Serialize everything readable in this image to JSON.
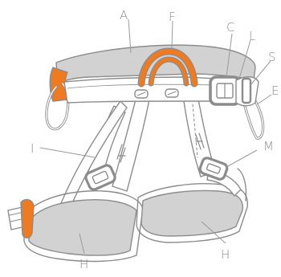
{
  "labels": {
    "a": "A",
    "f": "F",
    "c": "C",
    "l": "L",
    "s": "S",
    "e": "E",
    "i": "I",
    "m": "M",
    "h_left": "H",
    "h_right": "H"
  },
  "colors": {
    "accent_orange": "#ee7a22",
    "padding_gray": "#cfcfcf",
    "webbing_white": "#ffffff",
    "outline_gray": "#8c8c8c",
    "label_gray": "#8a8a8a"
  }
}
